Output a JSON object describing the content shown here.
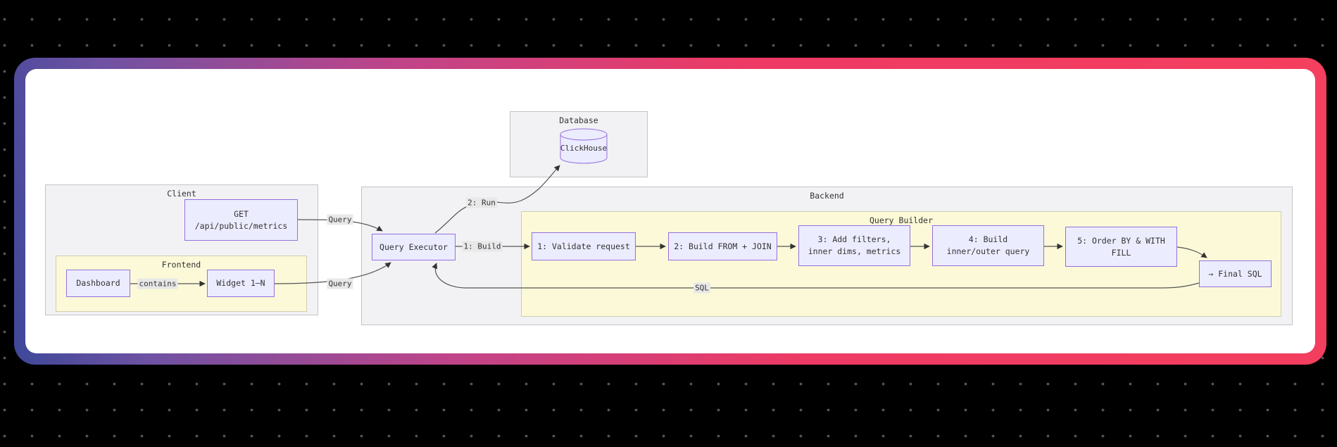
{
  "diagram": {
    "database": {
      "label": "Database",
      "clickhouse_label": "ClickHouse"
    },
    "client": {
      "label": "Client",
      "get_node": {
        "line1": "GET",
        "line2": "/api/public/metrics"
      },
      "frontend": {
        "label": "Frontend",
        "dashboard_label": "Dashboard",
        "widget_label": "Widget 1–N"
      }
    },
    "backend": {
      "label": "Backend",
      "query_executor_label": "Query Executor",
      "query_builder": {
        "label": "Query Builder",
        "steps": [
          {
            "line1": "1: Validate request",
            "line2": ""
          },
          {
            "line1": "2: Build FROM + JOIN",
            "line2": ""
          },
          {
            "line1": "3: Add filters,",
            "line2": "inner dims, metrics"
          },
          {
            "line1": "4: Build",
            "line2": "inner/outer query"
          },
          {
            "line1": "5: Order BY & WITH",
            "line2": "FILL"
          }
        ],
        "final_label": "→ Final SQL"
      }
    },
    "edge_labels": {
      "query_get": "Query",
      "query_widget": "Query",
      "contains": "contains",
      "run": "2: Run",
      "build": "1: Build",
      "sql": "SQL"
    },
    "colors": {
      "node_fill": "#ECECFF",
      "node_border": "#9370DB",
      "cluster_gray": "#f2f2f5",
      "cluster_yellow": "#fbf9d8",
      "edge_color": "#555555",
      "label_bg": "#e8e8e8",
      "text_color": "#333333",
      "page_bg": "#000000",
      "card_bg": "#ffffff",
      "gradient_left": "#3e4899",
      "gradient_mid": "#c04489",
      "gradient_right": "#f43f5e"
    }
  }
}
